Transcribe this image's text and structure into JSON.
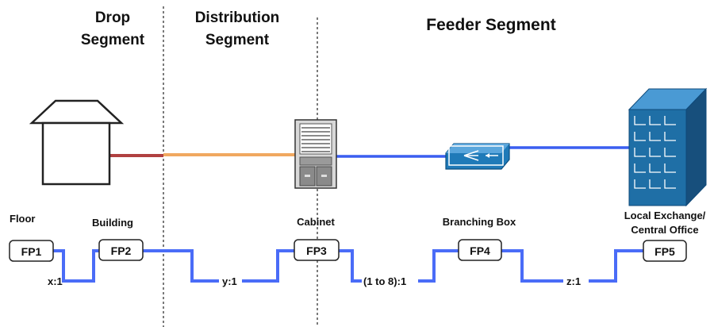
{
  "segments": {
    "drop": [
      "Drop",
      "Segment"
    ],
    "distribution": [
      "Distribution",
      "Segment"
    ],
    "feeder": "Feeder Segment"
  },
  "locations": {
    "floor": "Floor",
    "building": "Building",
    "cabinet": "Cabinet",
    "branching_box": "Branching Box",
    "exchange": [
      "Local Exchange/",
      "Central Office"
    ]
  },
  "flexibility_points": [
    "FP1",
    "FP2",
    "FP3",
    "FP4",
    "FP5"
  ],
  "ratios": {
    "fp1_fp2": "x:1",
    "fp2_fp3": "y:1",
    "fp3_fp4": "(1 to 8):1",
    "fp4_fp5": "z:1"
  },
  "colors": {
    "drop_cable": "#b04040",
    "distribution_cable": "#f0a860",
    "feeder_cable": "#3a5ef0",
    "step_line": "#4a6cf7",
    "building_blue": "#1f6fa6"
  }
}
